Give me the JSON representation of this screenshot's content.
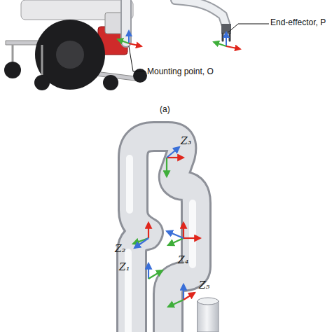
{
  "diagram": {
    "labels": [
      "End-effector, P",
      "Mounting point, O",
      "(a)",
      "Z₃",
      "Z₂",
      "Z₁",
      "Z₄",
      "Z₅"
    ]
  }
}
